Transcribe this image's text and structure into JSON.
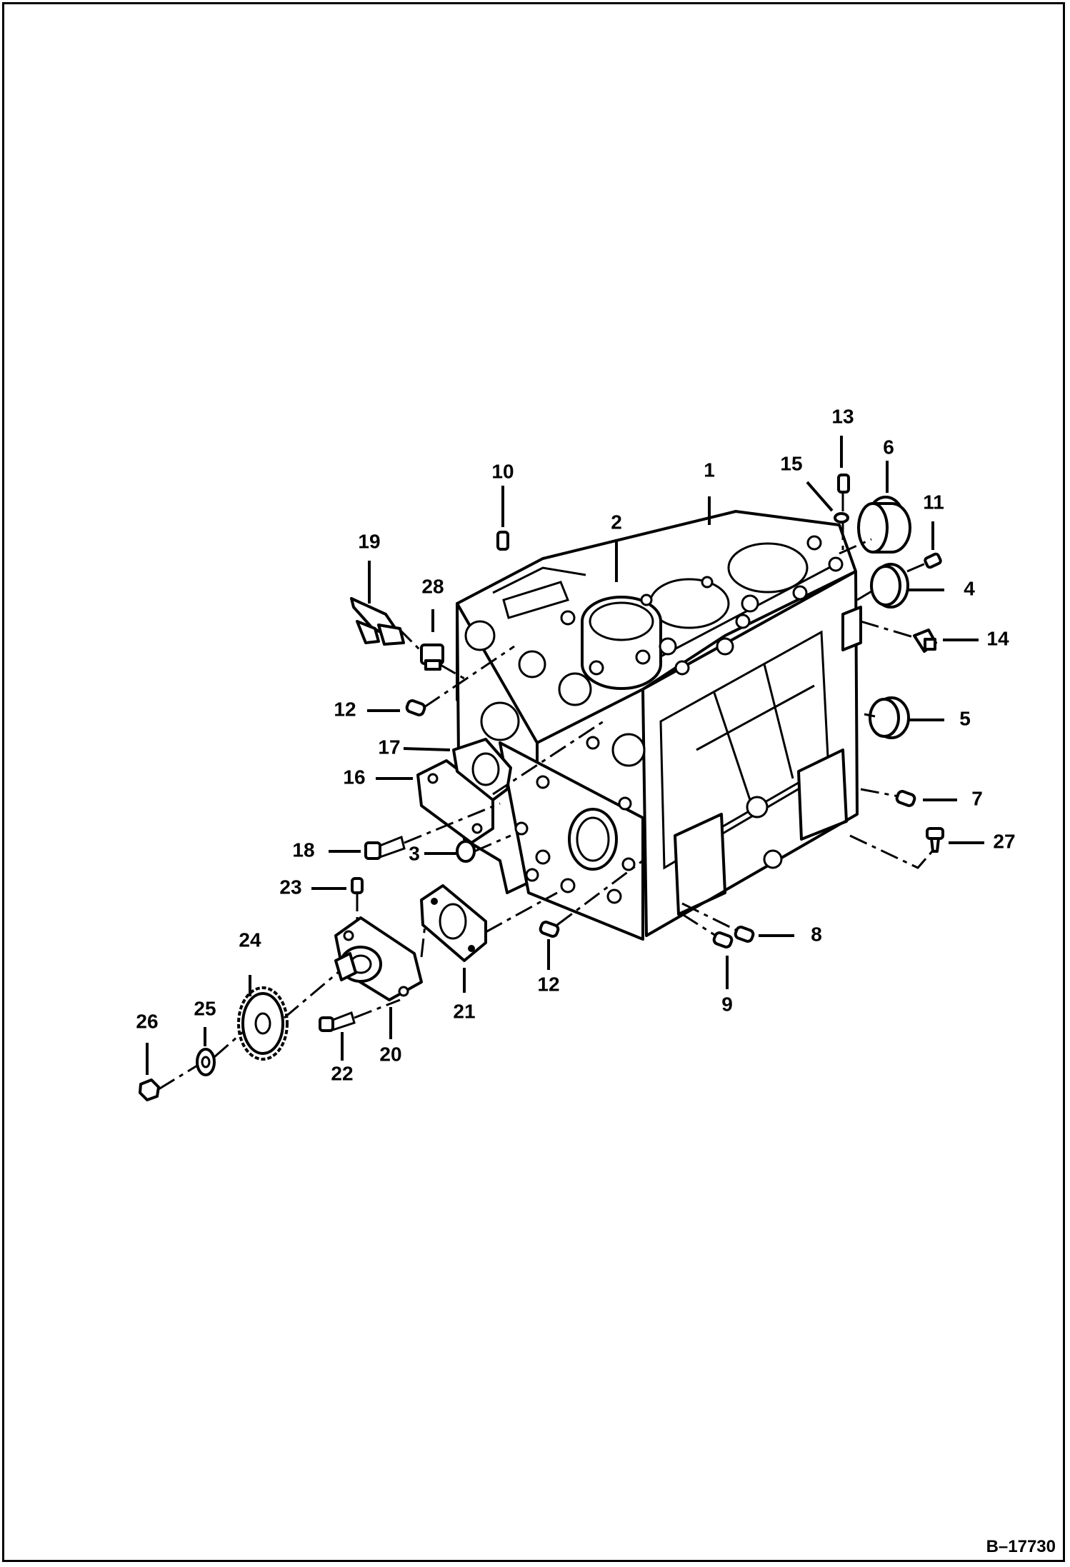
{
  "drawing": {
    "reference_number": "B–17730"
  },
  "callouts": [
    "1",
    "2",
    "3",
    "4",
    "5",
    "6",
    "7",
    "8",
    "9",
    "10",
    "11",
    "12",
    "12",
    "13",
    "14",
    "15",
    "16",
    "17",
    "18",
    "19",
    "20",
    "21",
    "22",
    "23",
    "24",
    "25",
    "26",
    "27",
    "28"
  ]
}
